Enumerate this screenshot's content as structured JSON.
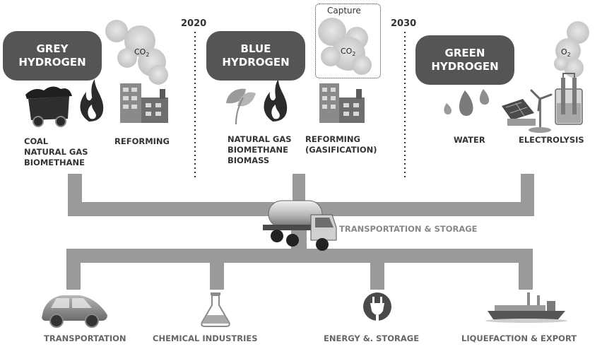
{
  "diagram": {
    "years": [
      "2020",
      "2030"
    ],
    "stages": [
      {
        "id": "grey",
        "title_line1": "GREY",
        "title_line2": "HYDROGEN",
        "gas": "CO",
        "gas_sub": "2",
        "sources": [
          "COAL",
          "NATURAL GAS",
          "BIOMETHANE"
        ],
        "process": [
          "REFORMING"
        ],
        "icons": [
          "coal-cart-icon",
          "flame-icon",
          "factory-icon",
          "co2-cloud-icon"
        ]
      },
      {
        "id": "blue",
        "title_line1": "BLUE",
        "title_line2": "HYDROGEN",
        "capture_label": "Capture",
        "gas": "CO",
        "gas_sub": "2",
        "sources": [
          "NATURAL GAS",
          "BIOMETHANE",
          "BIOMASS"
        ],
        "process": [
          "REFORMING",
          "(GASIFICATION)"
        ],
        "icons": [
          "leaf-icon",
          "flame-icon",
          "factory-icon",
          "co2-cloud-icon"
        ]
      },
      {
        "id": "green",
        "title_line1": "GREEN",
        "title_line2": "HYDROGEN",
        "gas": "O",
        "gas_sub": "2",
        "sources": [
          "WATER"
        ],
        "process": [
          "ELECTROLYSIS"
        ],
        "icons": [
          "water-drops-icon",
          "solar-panel-icon",
          "wind-turbine-icon",
          "electrolyzer-icon",
          "o2-cloud-icon"
        ]
      }
    ],
    "transport_label": "TRANSPORTATION & STORAGE",
    "end_uses": [
      "TRANSPORTATION",
      "CHEMICAL INDUSTRIES",
      "ENERGY &. STORAGE",
      "LIQUEFACTION & EXPORT"
    ],
    "colors": {
      "pill": "#555555",
      "pipe": "#9a9a9a",
      "text": "#333333",
      "label_muted": "#666666"
    }
  }
}
